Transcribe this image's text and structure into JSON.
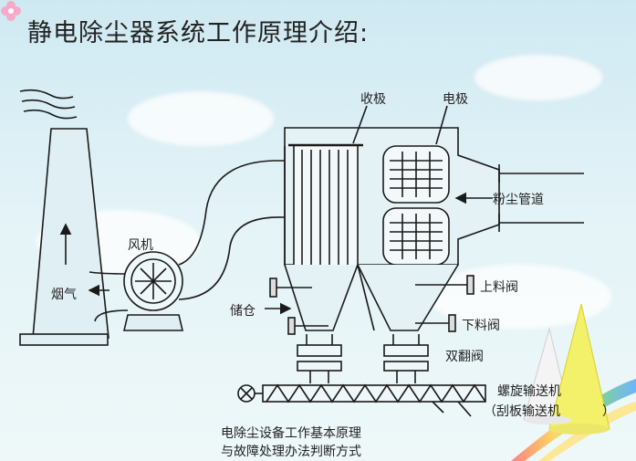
{
  "title": "静电除尘器系统工作原理介绍:",
  "labels": {
    "collector": "收极",
    "electrode": "电极",
    "pipe": "粉尘管道",
    "fan": "风机",
    "smoke": "烟气",
    "hopper": "储仓",
    "upper_valve": "上料阀",
    "lower_valve": "下料阀",
    "double_valve": "双翻阀",
    "conveyor": "螺旋输送机",
    "scraper": "（刮板输送机",
    "scraper_close": "）"
  },
  "caption": {
    "line1": "电除尘设备工作基本原理",
    "line2": "与故障处理办法判断方式"
  },
  "colors": {
    "stroke": "#1a1a1a",
    "bg": "#dff1f6"
  }
}
